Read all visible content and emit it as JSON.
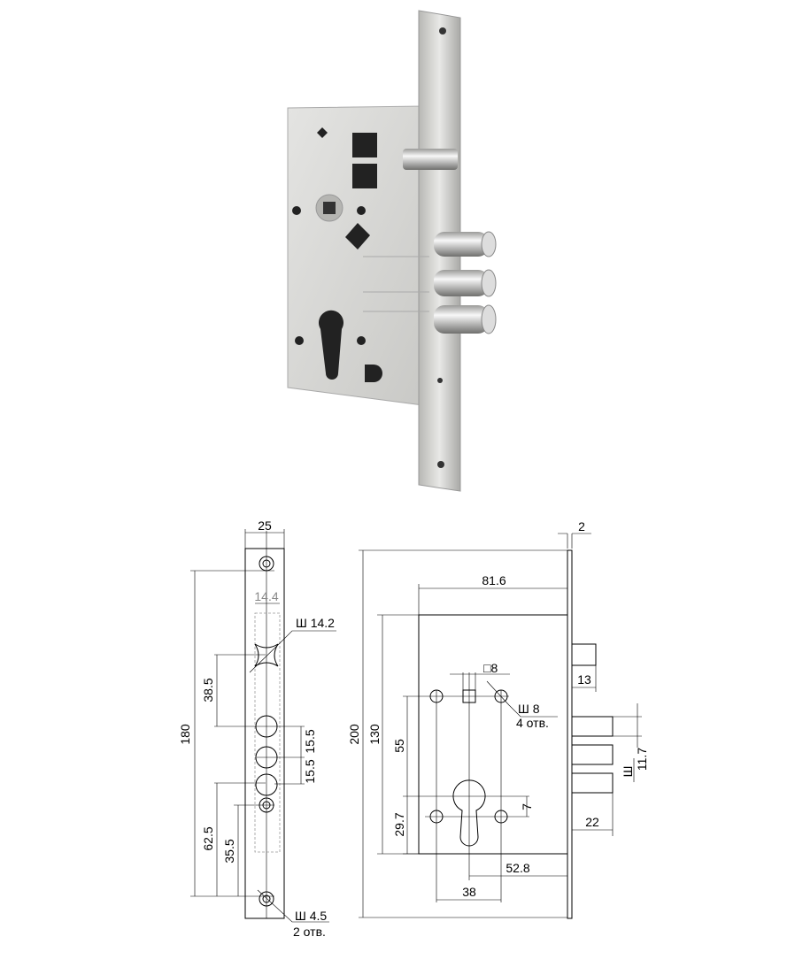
{
  "figure": {
    "photo_subject": "mortise-lock",
    "faceplate_view": {
      "width": "25",
      "bolt_zone_width": "14.4",
      "latch_hole": "Ш 14.2",
      "height_between_screw_holes": "180",
      "latch_to_bolt": "38.5",
      "bolt_pitch_1": "15.5",
      "bolt_pitch_2": "15.5",
      "bolt_to_bottom_screw": "62.5",
      "hole_to_bottom_screw": "35.5",
      "screw_holes": "Ш 4.5",
      "screw_holes_count": "2 отв."
    },
    "side_view": {
      "faceplate_thickness": "2",
      "total_height": "200",
      "backset_body": "81.6",
      "body_height": "130",
      "spindle_square": "□8",
      "mount_holes": "Ш 8",
      "mount_holes_count": "4 отв.",
      "spindle_to_cylinder": "55",
      "cylinder_to_bottom": "29.7",
      "cylinder_offset": "7",
      "backset": "52.8",
      "hole_spacing": "38",
      "latch_projection": "13",
      "bolt_projection": "22",
      "bolt_diameter_symbol": "Ш",
      "bolt_diameter": "11.7"
    }
  }
}
